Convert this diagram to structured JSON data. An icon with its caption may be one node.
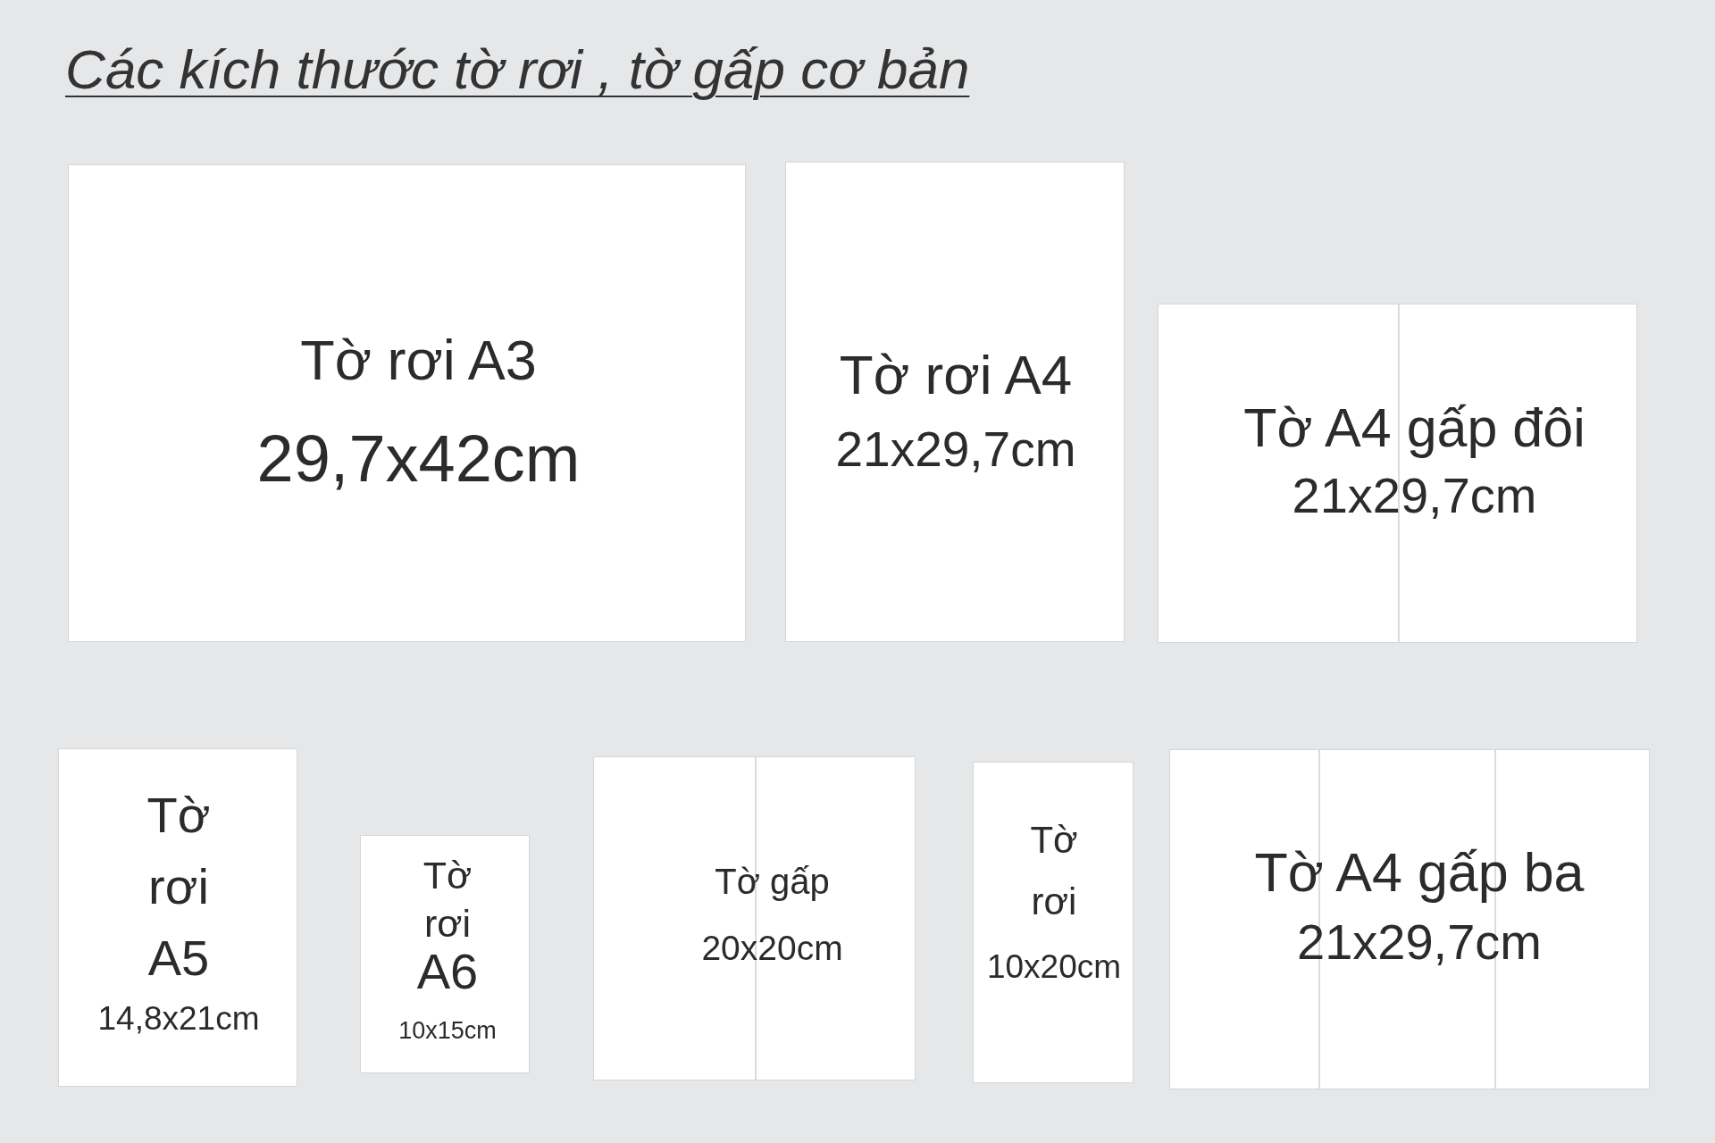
{
  "diagram": {
    "title": "Các kích thước tờ rơi , tờ gấp cơ bản",
    "nodes": [
      {
        "text": [
          "Tờ rơi A3",
          "29,7x42cm"
        ]
      },
      {
        "text": [
          "Tờ rơi A4",
          "21x29,7cm"
        ]
      },
      {
        "text": [
          "Tờ A4 gấp đôi",
          "21x29,7cm"
        ]
      },
      {
        "text": [
          "Tờ rơi A5",
          "14,8x21cm"
        ]
      },
      {
        "text": [
          "Tờ rơi A6",
          "10x15cm"
        ]
      },
      {
        "text": [
          "Tờ gấp",
          "20x20cm"
        ]
      },
      {
        "text": [
          "Tờ rơi",
          "10x20cm"
        ]
      },
      {
        "text": [
          "Tờ A4 gấp ba",
          "21x29,7cm"
        ]
      }
    ]
  }
}
